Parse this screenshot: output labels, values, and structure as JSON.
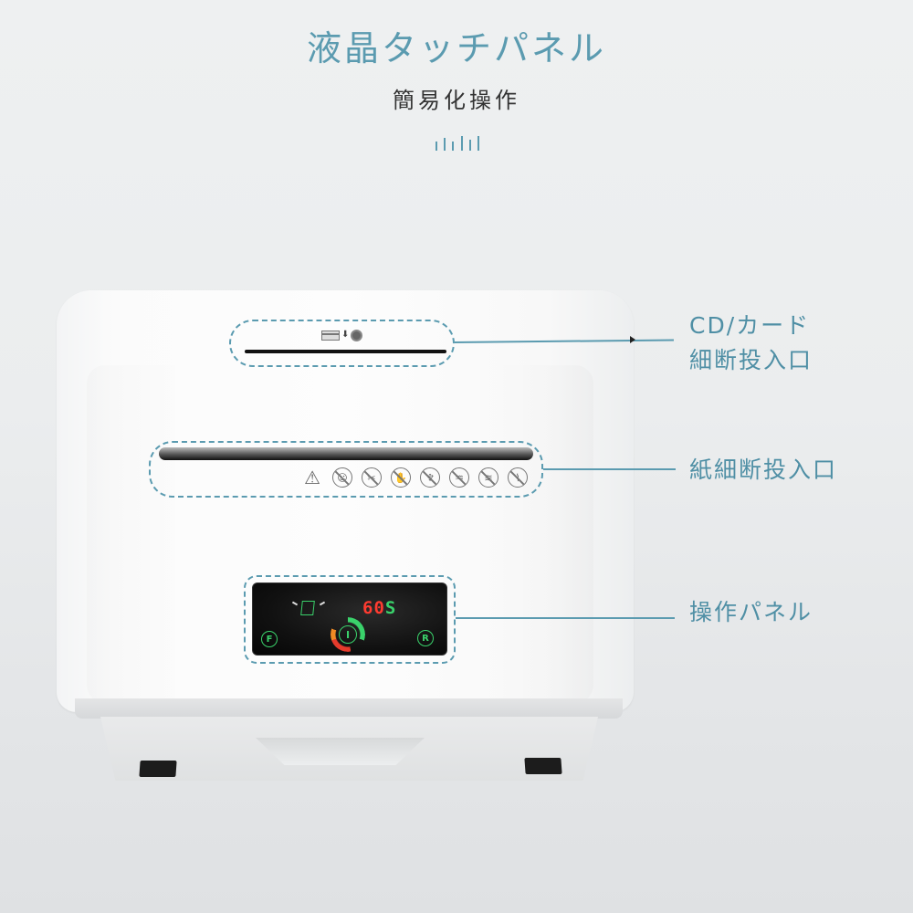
{
  "header": {
    "title": "液晶タッチパネル",
    "subtitle": "簡易化操作"
  },
  "colors": {
    "accent": "#5b9bb0",
    "label_text": "#4f8fa5",
    "subtitle_text": "#333333",
    "led_green": "#3ad26b",
    "led_red": "#ff3b30",
    "led_orange": "#f08a24",
    "background": "#eceeef"
  },
  "callouts": [
    {
      "id": "card-slot",
      "label_line1": "CD/カード",
      "label_line2": "細断投入口"
    },
    {
      "id": "paper-slot",
      "label_line1": "紙細断投入口"
    },
    {
      "id": "control-panel",
      "label_line1": "操作パネル"
    }
  ],
  "card_slot": {
    "icons": [
      "card-icon",
      "arrow-down-icon",
      "disc-icon"
    ],
    "arrow_glyph": "⬇"
  },
  "paper_slot": {
    "warning_icons": [
      {
        "name": "warning-triangle-icon",
        "glyph": "⚠"
      },
      {
        "name": "no-children-icon",
        "glyph": "☺"
      },
      {
        "name": "no-tie-icon",
        "glyph": "✂"
      },
      {
        "name": "no-hands-icon",
        "glyph": "✋"
      },
      {
        "name": "no-necktie-icon",
        "glyph": "♆"
      },
      {
        "name": "no-hair-icon",
        "glyph": "♒"
      },
      {
        "name": "no-spray-icon",
        "glyph": "≋"
      },
      {
        "name": "no-liquid-icon",
        "glyph": "⌇"
      }
    ]
  },
  "led_panel": {
    "timer_value": "60",
    "timer_unit": "S",
    "button_forward": "F",
    "button_reverse": "R",
    "button_power": "I",
    "bin_status_icon": "bin-full-icon"
  }
}
